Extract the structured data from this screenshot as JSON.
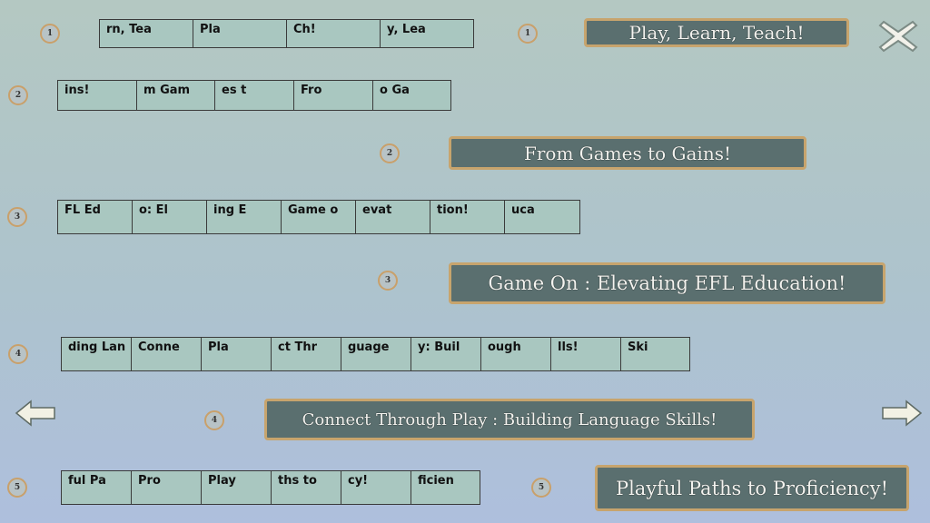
{
  "puzzles": [
    {
      "number": "1",
      "tiles": [
        "rn, Tea",
        "Pla",
        "Ch!",
        "y, Lea"
      ],
      "answer": "Play, Learn, Teach!"
    },
    {
      "number": "2",
      "tiles": [
        "ins!",
        "m  Gam",
        "es  t",
        "Fro",
        "o  Ga"
      ],
      "answer": "From Games to Gains!"
    },
    {
      "number": "3",
      "tiles": [
        "FL  Ed",
        "o:  El",
        "ing  E",
        "Game  o",
        "evat",
        "tion!",
        "uca"
      ],
      "answer": "Game On : Elevating EFL Education!"
    },
    {
      "number": "4",
      "tiles": [
        "ding Lan",
        "Conne",
        "Pla",
        "ct   Thr",
        "guage",
        "y: Buil",
        "ough",
        "lls!",
        "Ski"
      ],
      "answer": "Connect Through Play : Building Language Skills!"
    },
    {
      "number": "5",
      "tiles": [
        "ful  Pa",
        "Pro",
        "Play",
        "ths  to",
        "cy!",
        "ficien"
      ],
      "answer": "Playful Paths to Proficiency!"
    }
  ],
  "icons": {
    "close": "close-x-icon",
    "prev": "arrow-left-icon",
    "next": "arrow-right-icon"
  },
  "colors": {
    "tile": "#a9c7c0",
    "answer_bg": "#5a6f6f",
    "answer_border": "#c7a46d"
  }
}
